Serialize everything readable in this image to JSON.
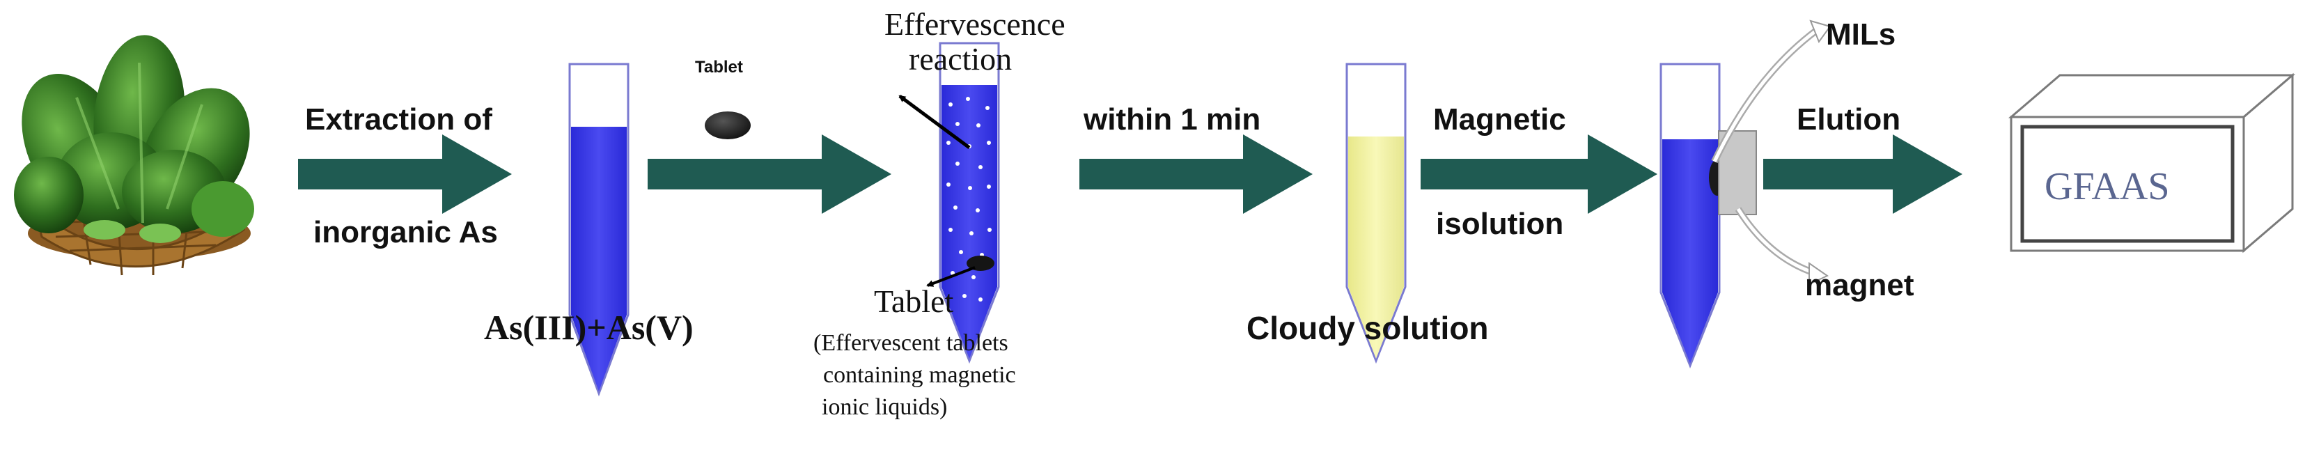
{
  "labels": {
    "extraction_line1": "Extraction of",
    "extraction_line2": "inorganic As",
    "arsenic_species": "As(III)+As(V)",
    "tablet_small": "Tablet",
    "effervescence_line1": "Effervescence",
    "effervescence_line2": "reaction",
    "tablet_caption": "Tablet",
    "tablet_desc_line1": "(Effervescent tablets",
    "tablet_desc_line2": "containing magnetic",
    "tablet_desc_line3": "ionic liquids)",
    "within_time": "within 1 min",
    "cloudy_solution": "Cloudy solution",
    "magnetic_line1": "Magnetic",
    "magnetic_line2": "isolution",
    "mils": "MILs",
    "magnet": "magnet",
    "elution": "Elution",
    "detector": "GFAAS"
  },
  "colors": {
    "arrow_fill": "#1f5b52",
    "solution_blue": "#3a3ae6",
    "cloudy_yellow": "#f2f2a0",
    "detector_text": "#5a6690",
    "leaf_green": "#2e6e1e",
    "basket_brown": "#a9742f",
    "magnet_gray": "#c8c8c8"
  },
  "icons": [
    "spinach-basket-icon",
    "tube-icon",
    "tablet-icon",
    "magnet-icon",
    "detector-box-icon"
  ]
}
